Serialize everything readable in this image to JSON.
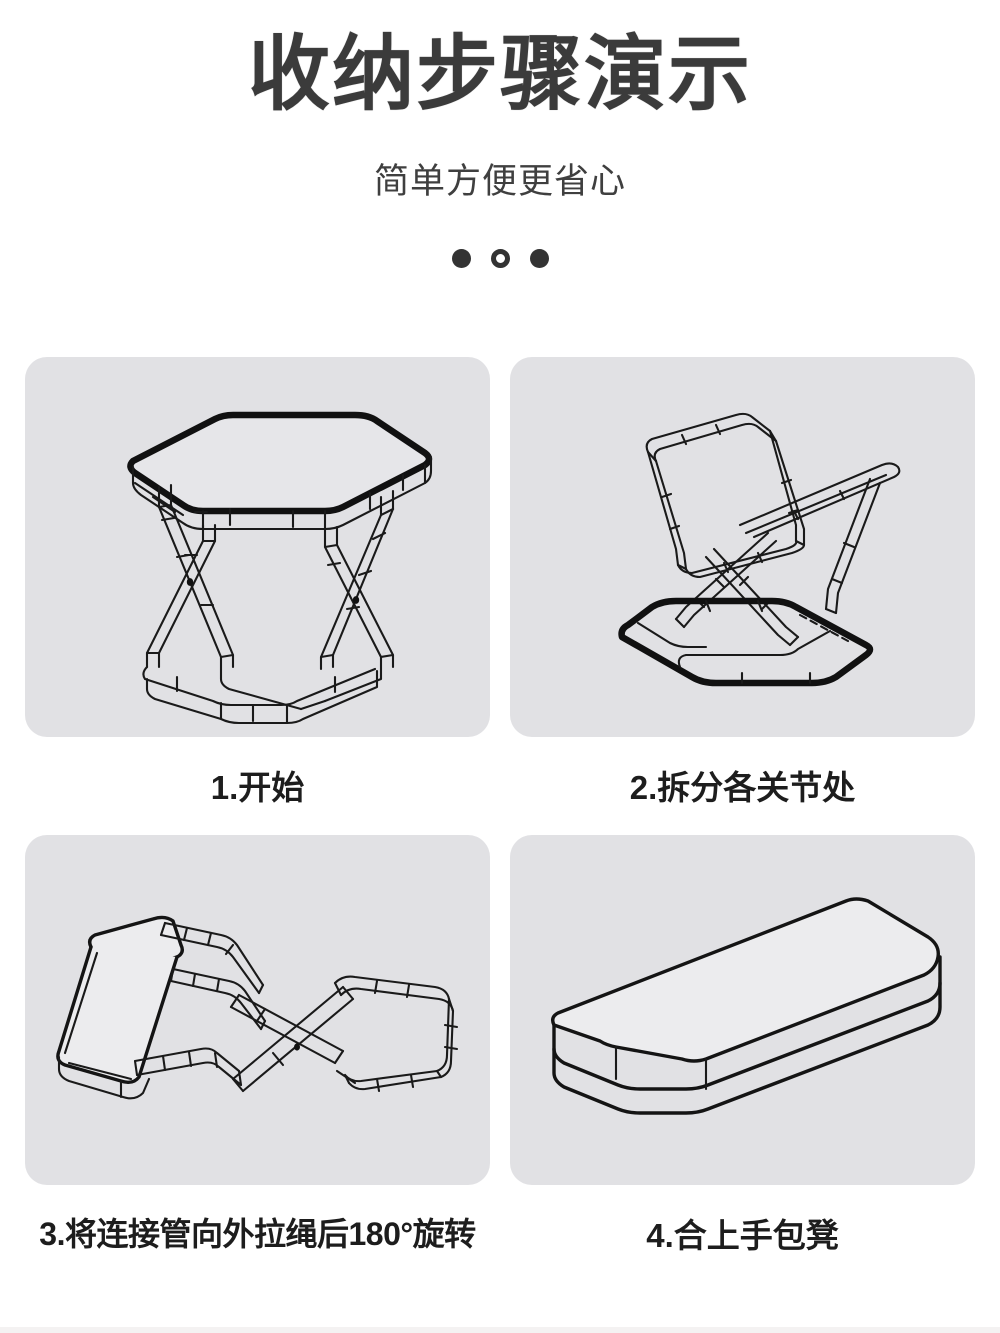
{
  "header": {
    "title": "收纳步骤演示",
    "subtitle": "简单方便更省心"
  },
  "pagination": {
    "dots": [
      {
        "state": "filled"
      },
      {
        "state": "hollow"
      },
      {
        "state": "filled"
      }
    ]
  },
  "steps": [
    {
      "index": "1",
      "caption": "1.开始",
      "illustration": "folding-stool-open"
    },
    {
      "index": "2",
      "caption": "2.拆分各关节处",
      "illustration": "folding-stool-joints-separated"
    },
    {
      "index": "3",
      "caption": "3.将连接管向外拉绳后180°旋转",
      "illustration": "folding-stool-tubes-rotated"
    },
    {
      "index": "4",
      "caption": "4.合上手包凳",
      "illustration": "folded-flat-package"
    }
  ],
  "colors": {
    "page_background": "#ffffff",
    "panel_background": "#e1e1e4",
    "title_text": "#3b3b3b",
    "caption_text": "#1d1d1d",
    "line_art": "#1a1a1a",
    "dot": "#333333"
  }
}
